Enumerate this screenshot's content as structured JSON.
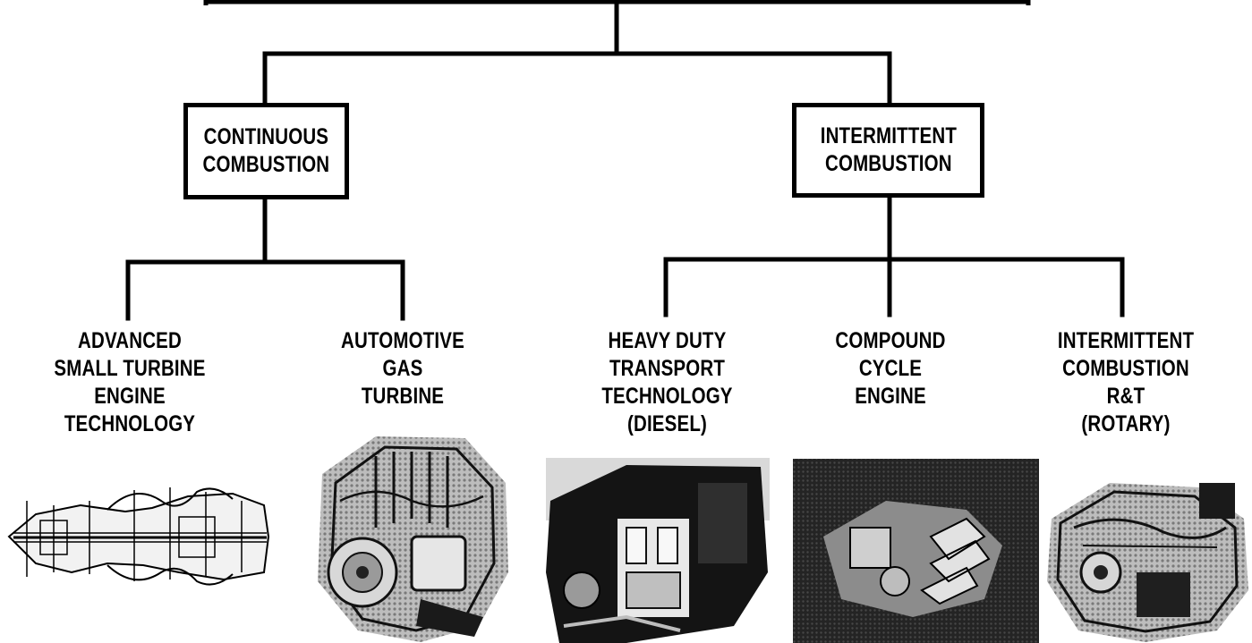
{
  "categories": {
    "continuous": {
      "label": "CONTINUOUS\nCOMBUSTION"
    },
    "intermittent": {
      "label": "INTERMITTENT\nCOMBUSTION"
    }
  },
  "programs": [
    {
      "label": "ADVANCED\nSMALL TURBINE\nENGINE\nTECHNOLOGY",
      "image": "turbine-cutaway-drawing"
    },
    {
      "label": "AUTOMOTIVE\nGAS\nTURBINE",
      "image": "automotive-gas-turbine-photo"
    },
    {
      "label": "HEAVY DUTY\nTRANSPORT\nTECHNOLOGY\n(DIESEL)",
      "image": "diesel-engine-photo"
    },
    {
      "label": "COMPOUND\nCYCLE\nENGINE",
      "image": "compound-cycle-engine-photo"
    },
    {
      "label": "INTERMITTENT\nCOMBUSTION\nR&T\n(ROTARY)",
      "image": "rotary-engine-photo"
    }
  ]
}
